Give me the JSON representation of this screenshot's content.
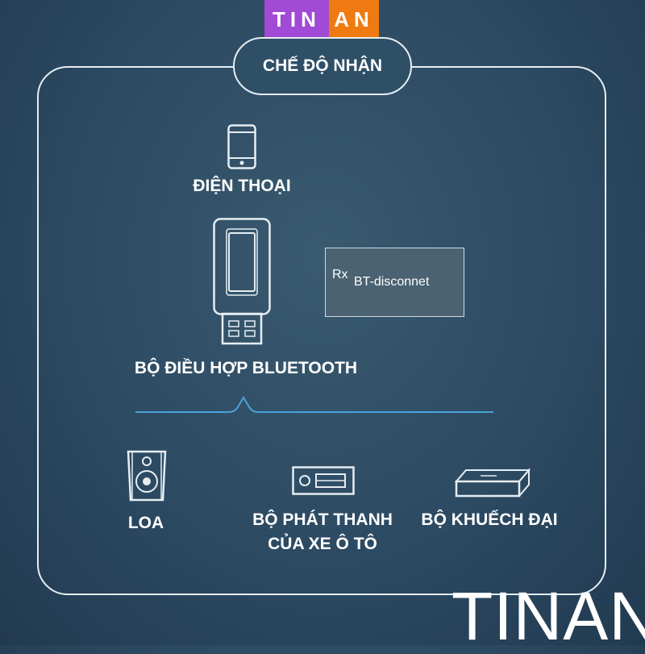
{
  "logo": {
    "part1": "TIN",
    "part2": "AN",
    "color1": "#a04ad6",
    "color2": "#f07a12"
  },
  "mode_title": "CHẾ ĐỘ NHẬN",
  "phone": {
    "icon": "phone-icon",
    "label": "ĐIỆN THOẠI"
  },
  "adapter": {
    "icon": "usb-adapter-icon",
    "label": "BỘ ĐIỀU HỢP BLUETOOTH"
  },
  "display": {
    "rx": "Rx",
    "status": "BT-disconnet"
  },
  "outputs": [
    {
      "icon": "speaker-icon",
      "label": "LOA"
    },
    {
      "icon": "car-radio-icon",
      "label_line1": "BỘ PHÁT THANH",
      "label_line2": "CỦA XE Ô TÔ"
    },
    {
      "icon": "amplifier-icon",
      "label": "BỘ KHUẾCH ĐẠI"
    }
  ],
  "watermark": "TINAN",
  "colors": {
    "background": "#2c4a62",
    "accent_line": "#4aa3d8",
    "outline": "#e6eef3"
  }
}
